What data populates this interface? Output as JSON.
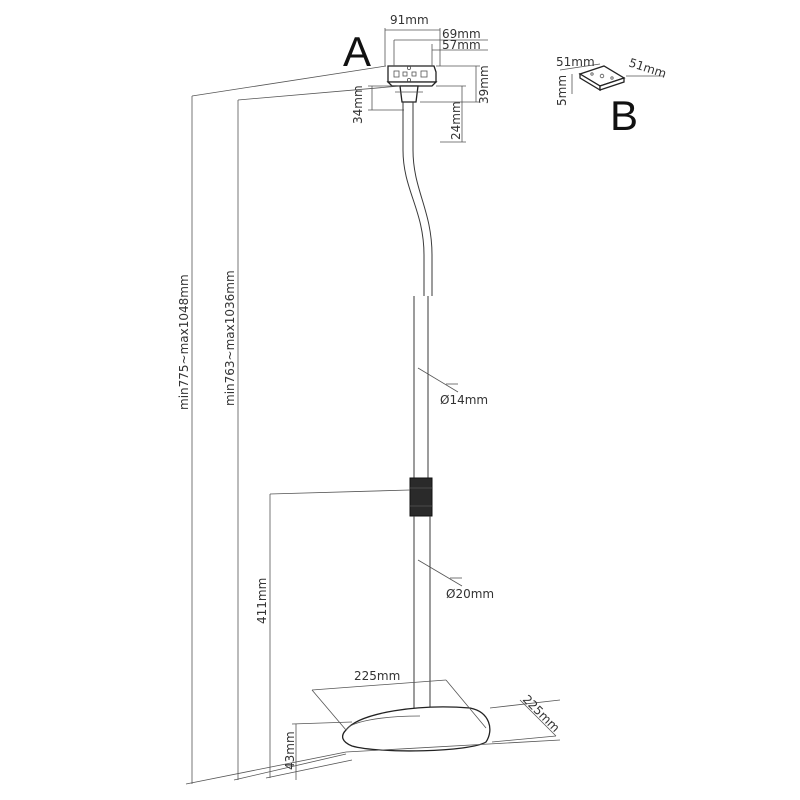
{
  "labels": {
    "part_a": "A",
    "part_b": "B"
  },
  "dimensions": {
    "top_width": "91mm",
    "bracket_69": "69mm",
    "bracket_57": "57mm",
    "bracket_39": "39mm",
    "bracket_34": "34mm",
    "bracket_24": "24mm",
    "plate_51a": "51mm",
    "plate_51b": "51mm",
    "plate_5": "5mm",
    "total_height": "min775~max1048mm",
    "inner_height": "min763~max1036mm",
    "upper_pole_dia": "Ø14mm",
    "lower_pole_dia": "Ø20mm",
    "lower_height": "411mm",
    "base_width": "225mm",
    "base_depth": "225mm",
    "base_height": "43mm"
  },
  "colors": {
    "line": "#3a3a3a",
    "collar": "#2a2a2a"
  }
}
